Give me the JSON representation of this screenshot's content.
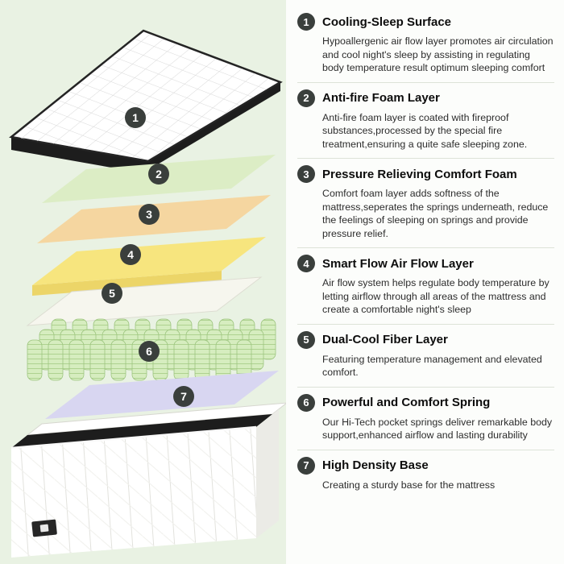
{
  "colors": {
    "background_left": "#e9f2e3",
    "panel_bg": "#fcfdfb",
    "badge": "#3a3f3c",
    "quilted_top": "#ffffff",
    "anti_fire_foam": "#dcedc5",
    "comfort_foam": "#f5d6a0",
    "air_flow_foam": "#f7e57e",
    "air_flow_foam_edge": "#ecd568",
    "fiber_layer": "#f6f6ee",
    "spring_green": "#d6edbf",
    "dual_cool": "#d8d6f1",
    "base_white": "#ffffff",
    "trim_black": "#1d1d1d"
  },
  "sections": [
    {
      "num": "1",
      "title": "Cooling-Sleep Surface",
      "desc": "Hypoallergenic air flow layer promotes air circulation and cool night's sleep by assisting in regulating body temperature result optimum sleeping comfort"
    },
    {
      "num": "2",
      "title": "Anti-fire Foam Layer",
      "desc": "Anti-fire foam layer is coated with fireproof substances,processed by the special fire treatment,ensuring a quite safe sleeping zone."
    },
    {
      "num": "3",
      "title": "Pressure Relieving Comfort Foam",
      "desc": "Comfort foam layer adds softness of the mattress,seperates the springs underneath, reduce the feelings of sleeping on springs and provide pressure relief."
    },
    {
      "num": "4",
      "title": "Smart Flow Air Flow Layer",
      "desc": "Air flow system helps regulate body temperature by letting airflow through all areas of the mattress and create a comfortable night's sleep"
    },
    {
      "num": "5",
      "title": "Dual-Cool Fiber Layer",
      "desc": "Featuring temperature management and elevated comfort."
    },
    {
      "num": "6",
      "title": "Powerful and Comfort Spring",
      "desc": "Our Hi-Tech pocket springs deliver remarkable body support,enhanced airflow and lasting durability"
    },
    {
      "num": "7",
      "title": "High Density Base",
      "desc": "Creating a sturdy base for the mattress"
    }
  ]
}
